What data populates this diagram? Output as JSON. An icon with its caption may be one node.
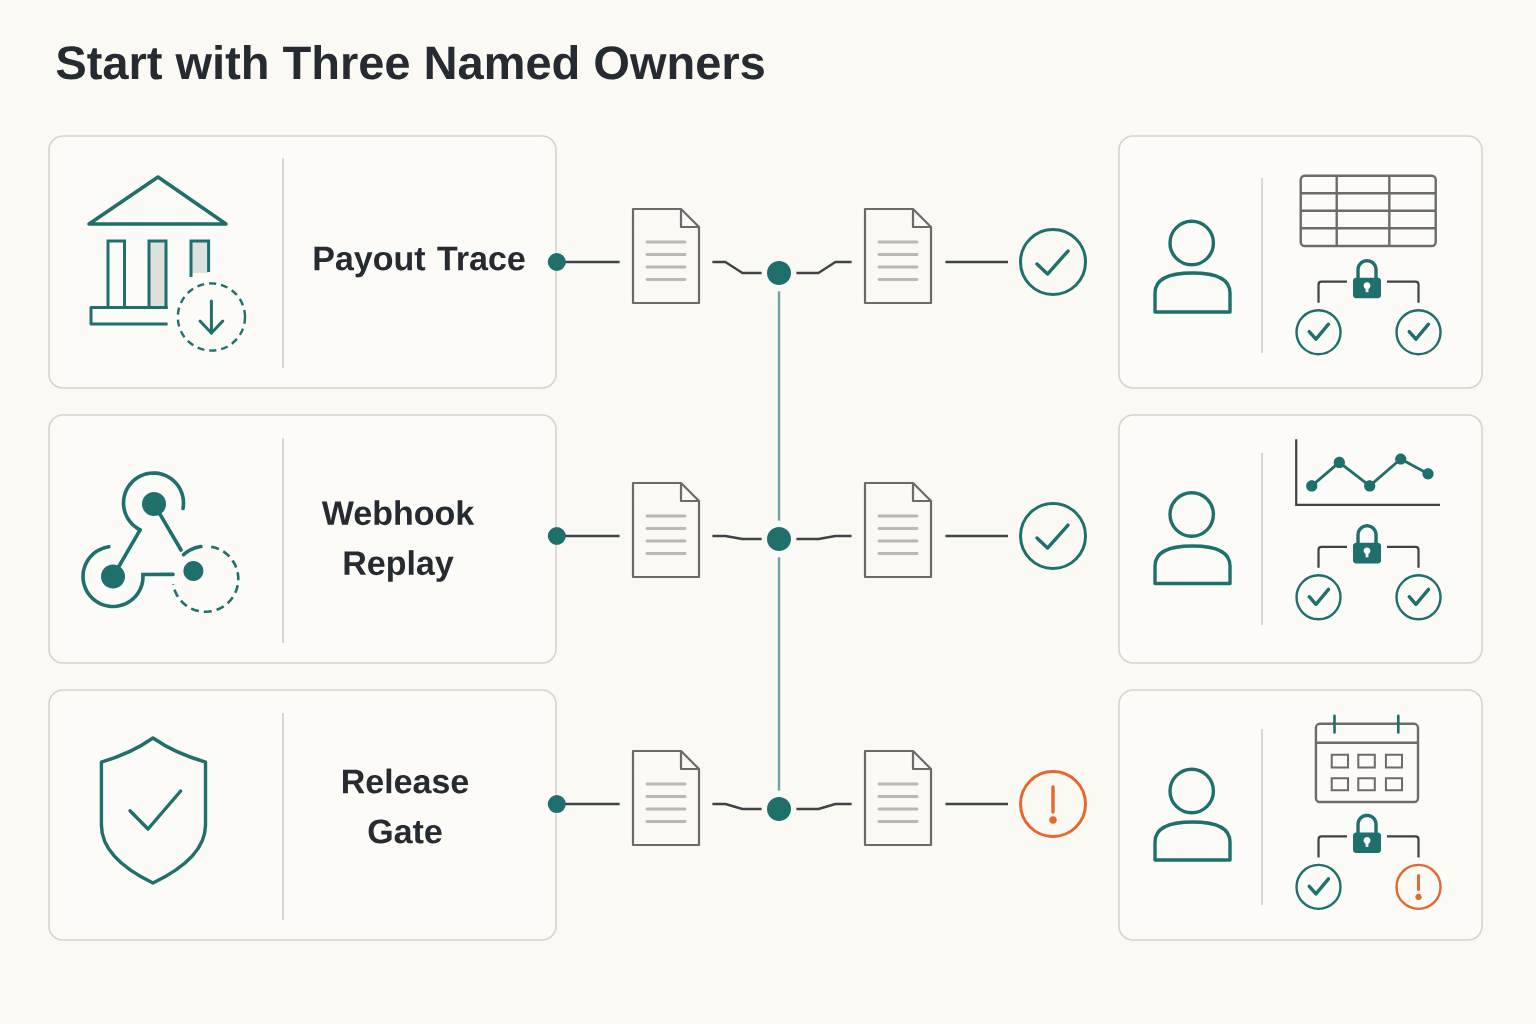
{
  "diagram": {
    "title": "Start with Three Named Owners",
    "nodes": [
      {
        "text": [
          "Payout Trace"
        ]
      },
      {
        "text": [],
        "shape": "document"
      },
      {
        "text": [],
        "shape": "circle"
      },
      {
        "text": [],
        "shape": "document"
      },
      {
        "text": [],
        "shape": "circle"
      },
      {
        "text": [],
        "shape": "box"
      },
      {
        "text": [
          "Webhook Replay"
        ]
      },
      {
        "text": [],
        "shape": "document"
      },
      {
        "text": [],
        "shape": "circle"
      },
      {
        "text": [],
        "shape": "document"
      },
      {
        "text": [],
        "shape": "circle"
      },
      {
        "text": [],
        "shape": "box"
      },
      {
        "text": [
          "Release Gate"
        ]
      },
      {
        "text": [],
        "shape": "document"
      },
      {
        "text": [],
        "shape": "circle"
      },
      {
        "text": [],
        "shape": "document"
      },
      {
        "text": [],
        "shape": "circle"
      },
      {
        "text": [],
        "shape": "box"
      }
    ],
    "edges": [
      {
        "from": 0,
        "to": 1,
        "arrow": "other"
      },
      {
        "from": 1,
        "to": 2,
        "arrow": "none"
      },
      {
        "from": 2,
        "to": 3,
        "arrow": "none"
      },
      {
        "from": 3,
        "to": 4,
        "arrow": "none"
      },
      {
        "from": 6,
        "to": 7,
        "arrow": "other"
      },
      {
        "from": 7,
        "to": 8,
        "arrow": "none"
      },
      {
        "from": 8,
        "to": 9,
        "arrow": "none"
      },
      {
        "from": 9,
        "to": 10,
        "arrow": "none"
      },
      {
        "from": 12,
        "to": 13,
        "arrow": "other"
      },
      {
        "from": 13,
        "to": 14,
        "arrow": "none"
      },
      {
        "from": 14,
        "to": 15,
        "arrow": "none"
      },
      {
        "from": 15,
        "to": 16,
        "arrow": "none"
      },
      {
        "from": 2,
        "to": 8,
        "arrow": "none",
        "color": "#6aa5a3"
      },
      {
        "from": 8,
        "to": 14,
        "arrow": "none",
        "color": "#6aa5a3"
      }
    ]
  }
}
